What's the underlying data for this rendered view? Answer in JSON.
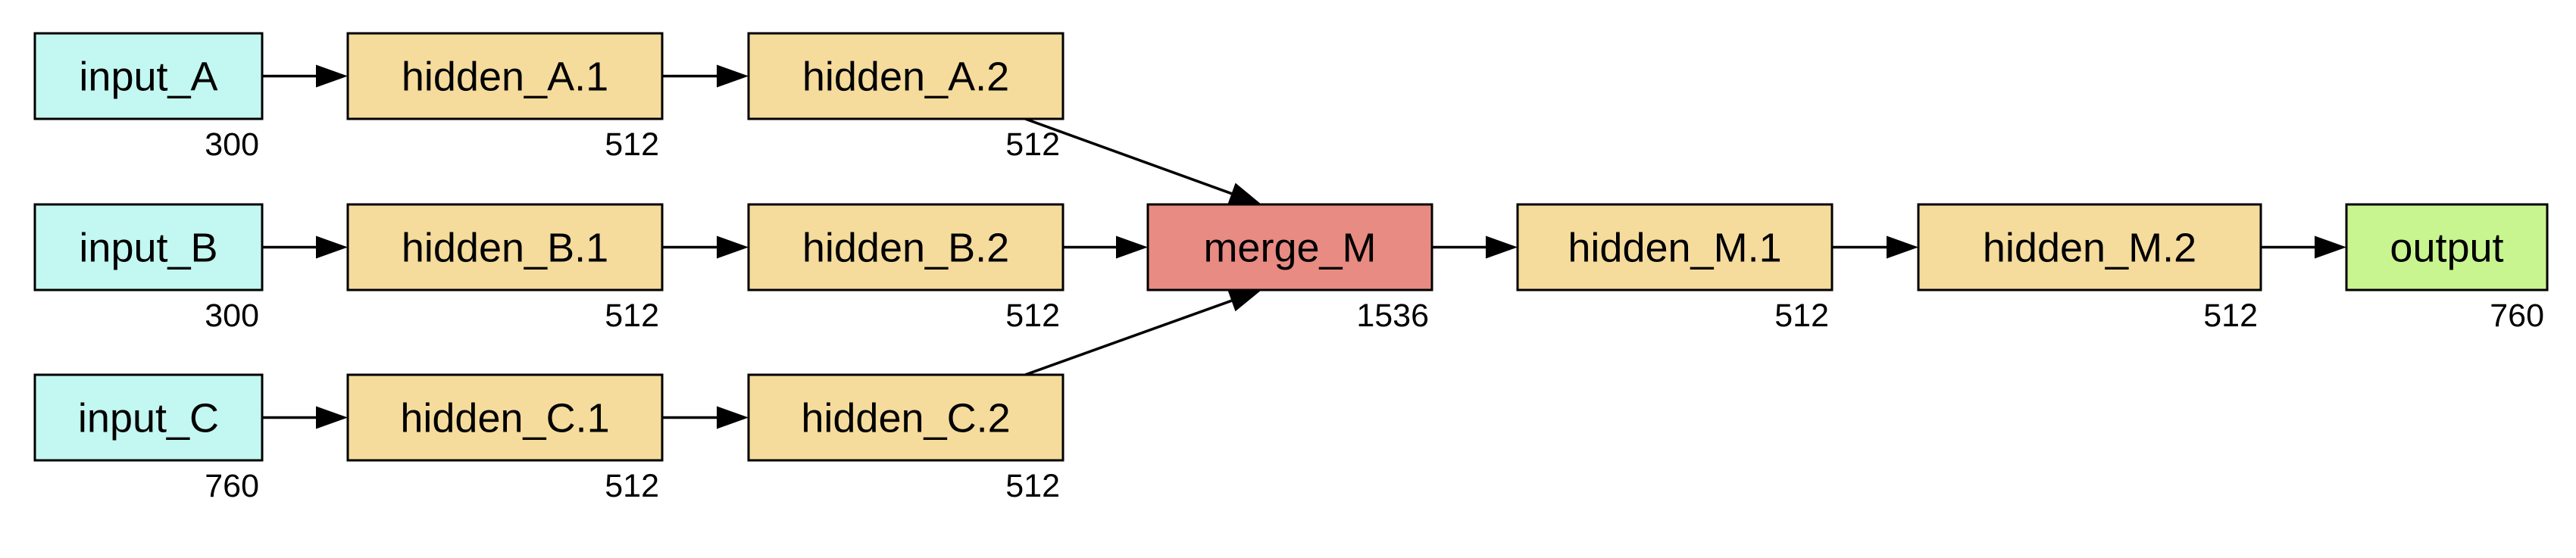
{
  "colors": {
    "input": "#c3f7f1",
    "hidden": "#f5dc9c",
    "merge": "#e88b83",
    "output": "#c8f58f",
    "border": "#000000"
  },
  "nodes": [
    {
      "id": "input_A",
      "label": "input_A",
      "size": "300",
      "kind": "input"
    },
    {
      "id": "hidden_A1",
      "label": "hidden_A.1",
      "size": "512",
      "kind": "hidden"
    },
    {
      "id": "hidden_A2",
      "label": "hidden_A.2",
      "size": "512",
      "kind": "hidden"
    },
    {
      "id": "input_B",
      "label": "input_B",
      "size": "300",
      "kind": "input"
    },
    {
      "id": "hidden_B1",
      "label": "hidden_B.1",
      "size": "512",
      "kind": "hidden"
    },
    {
      "id": "hidden_B2",
      "label": "hidden_B.2",
      "size": "512",
      "kind": "hidden"
    },
    {
      "id": "input_C",
      "label": "input_C",
      "size": "760",
      "kind": "input"
    },
    {
      "id": "hidden_C1",
      "label": "hidden_C.1",
      "size": "512",
      "kind": "hidden"
    },
    {
      "id": "hidden_C2",
      "label": "hidden_C.2",
      "size": "512",
      "kind": "hidden"
    },
    {
      "id": "merge_M",
      "label": "merge_M",
      "size": "1536",
      "kind": "merge"
    },
    {
      "id": "hidden_M1",
      "label": "hidden_M.1",
      "size": "512",
      "kind": "hidden"
    },
    {
      "id": "hidden_M2",
      "label": "hidden_M.2",
      "size": "512",
      "kind": "hidden"
    },
    {
      "id": "output",
      "label": "output",
      "size": "760",
      "kind": "output"
    }
  ],
  "edges": [
    {
      "from": "input_A",
      "to": "hidden_A1"
    },
    {
      "from": "hidden_A1",
      "to": "hidden_A2"
    },
    {
      "from": "hidden_A2",
      "to": "merge_M"
    },
    {
      "from": "input_B",
      "to": "hidden_B1"
    },
    {
      "from": "hidden_B1",
      "to": "hidden_B2"
    },
    {
      "from": "hidden_B2",
      "to": "merge_M"
    },
    {
      "from": "input_C",
      "to": "hidden_C1"
    },
    {
      "from": "hidden_C1",
      "to": "hidden_C2"
    },
    {
      "from": "hidden_C2",
      "to": "merge_M"
    },
    {
      "from": "merge_M",
      "to": "hidden_M1"
    },
    {
      "from": "hidden_M1",
      "to": "hidden_M2"
    },
    {
      "from": "hidden_M2",
      "to": "output"
    }
  ]
}
